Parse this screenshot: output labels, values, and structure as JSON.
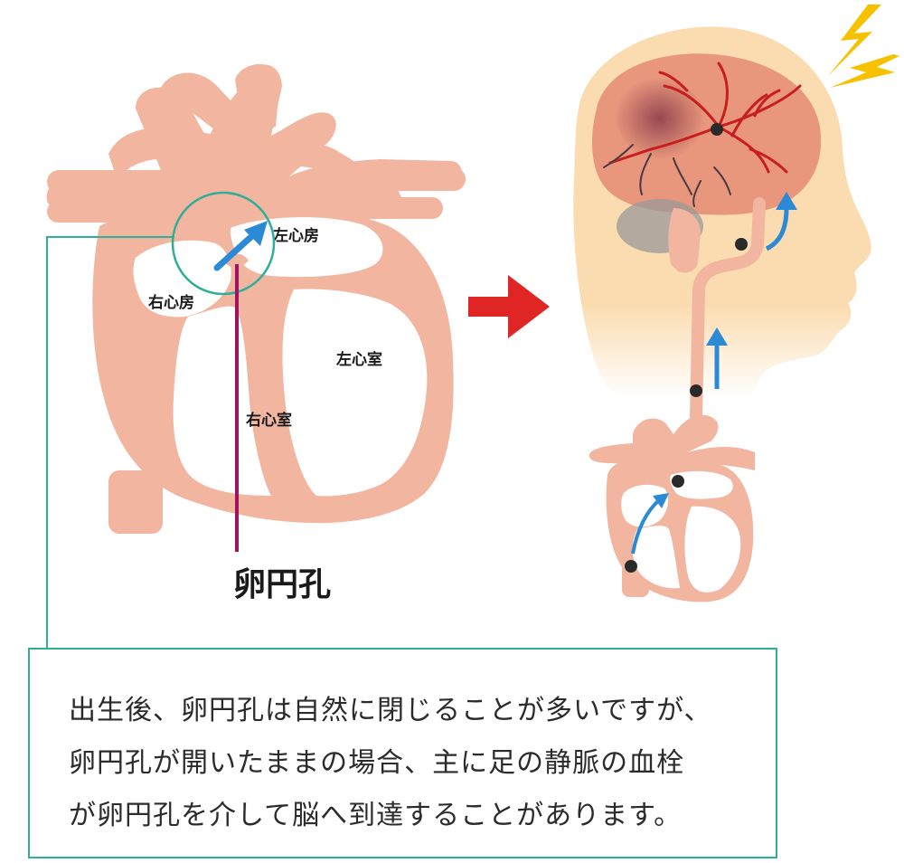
{
  "heart_labels": {
    "left_atrium": "左心房",
    "right_atrium": "右心房",
    "left_ventricle": "左心室",
    "right_ventricle": "右心室"
  },
  "callout_label": "卵円孔",
  "note": {
    "lines": [
      "出生後、卵円孔は自然に閉じることが多いですが、",
      "卵円孔が開いたままの場合、主に足の静脈の血栓",
      "が卵円孔を介して脳へ到達することがあります。"
    ]
  },
  "colors": {
    "heart": "#f2b6a0",
    "heart_outline": "#e89a80",
    "callout_line": "#2fae98",
    "pointer_line": "#a0135e",
    "flow_arrow": "#2a8ad6",
    "transition_arrow": "#e02525",
    "lightning": "#f6c200",
    "skin": "#fbdcb0",
    "brain": "#e8967c",
    "vessel": "#c81e1e"
  },
  "icons": [
    "red-arrow-icon",
    "lightning-icon",
    "blue-flow-arrow-icon",
    "clot-dot-icon"
  ]
}
